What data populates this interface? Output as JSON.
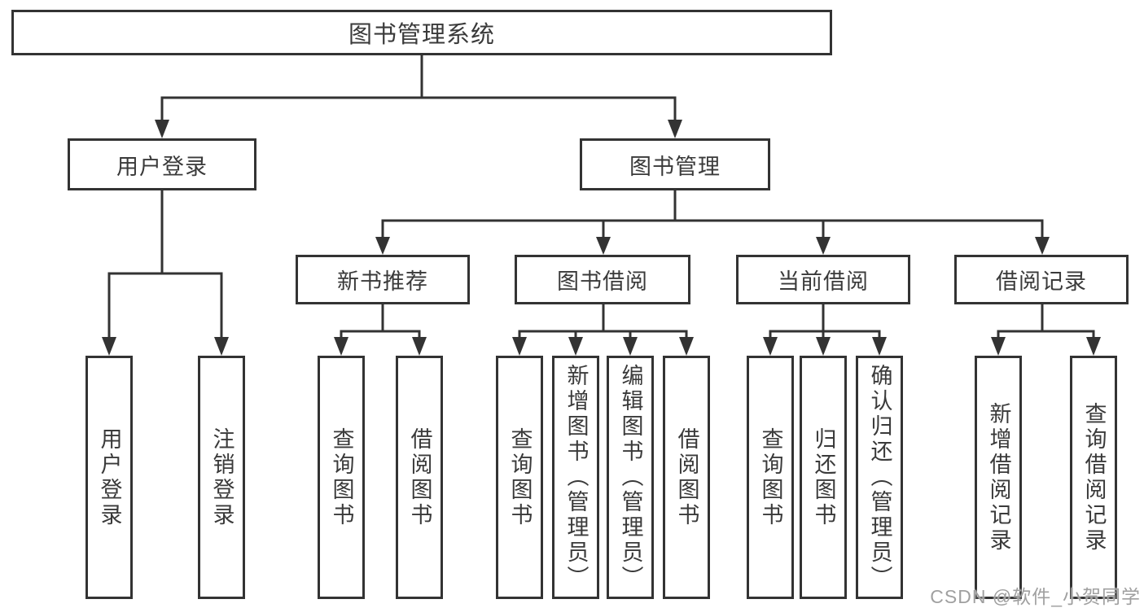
{
  "diagram": {
    "type": "tree",
    "background": "#ffffff",
    "line_color": "#333333",
    "text_color": "#3a3a3a",
    "title": "图书管理系统",
    "watermark": "CSDN @软件_小贺同学",
    "nodes": {
      "root": {
        "label": "图书管理系统",
        "children": [
          "user_login",
          "book_mgmt"
        ]
      },
      "user_login": {
        "label": "用户登录",
        "children": [
          "ul_login",
          "ul_logout"
        ]
      },
      "book_mgmt": {
        "label": "图书管理",
        "children": [
          "new_book_rec",
          "book_borrow",
          "current_borrow",
          "borrow_record"
        ]
      },
      "new_book_rec": {
        "label": "新书推荐",
        "children": [
          "nb_query",
          "nb_borrow"
        ]
      },
      "book_borrow": {
        "label": "图书借阅",
        "children": [
          "bb_query",
          "bb_add",
          "bb_edit",
          "bb_borrow"
        ]
      },
      "current_borrow": {
        "label": "当前借阅",
        "children": [
          "cb_query",
          "cb_return",
          "cb_confirm"
        ]
      },
      "borrow_record": {
        "label": "借阅记录",
        "children": [
          "br_add",
          "br_query"
        ]
      },
      "ul_login": {
        "label": "用户登录"
      },
      "ul_logout": {
        "label": "注销登录"
      },
      "nb_query": {
        "label": "查询图书"
      },
      "nb_borrow": {
        "label": "借阅图书"
      },
      "bb_query": {
        "label": "查询图书"
      },
      "bb_add": {
        "label": "新增图书（管理员）"
      },
      "bb_edit": {
        "label": "编辑图书（管理员）"
      },
      "bb_borrow": {
        "label": "借阅图书"
      },
      "cb_query": {
        "label": "查询图书"
      },
      "cb_return": {
        "label": "归还图书"
      },
      "cb_confirm": {
        "label": "确认归还（管理员）"
      },
      "br_add": {
        "label": "新增借阅记录"
      },
      "br_query": {
        "label": "查询借阅记录"
      }
    }
  }
}
